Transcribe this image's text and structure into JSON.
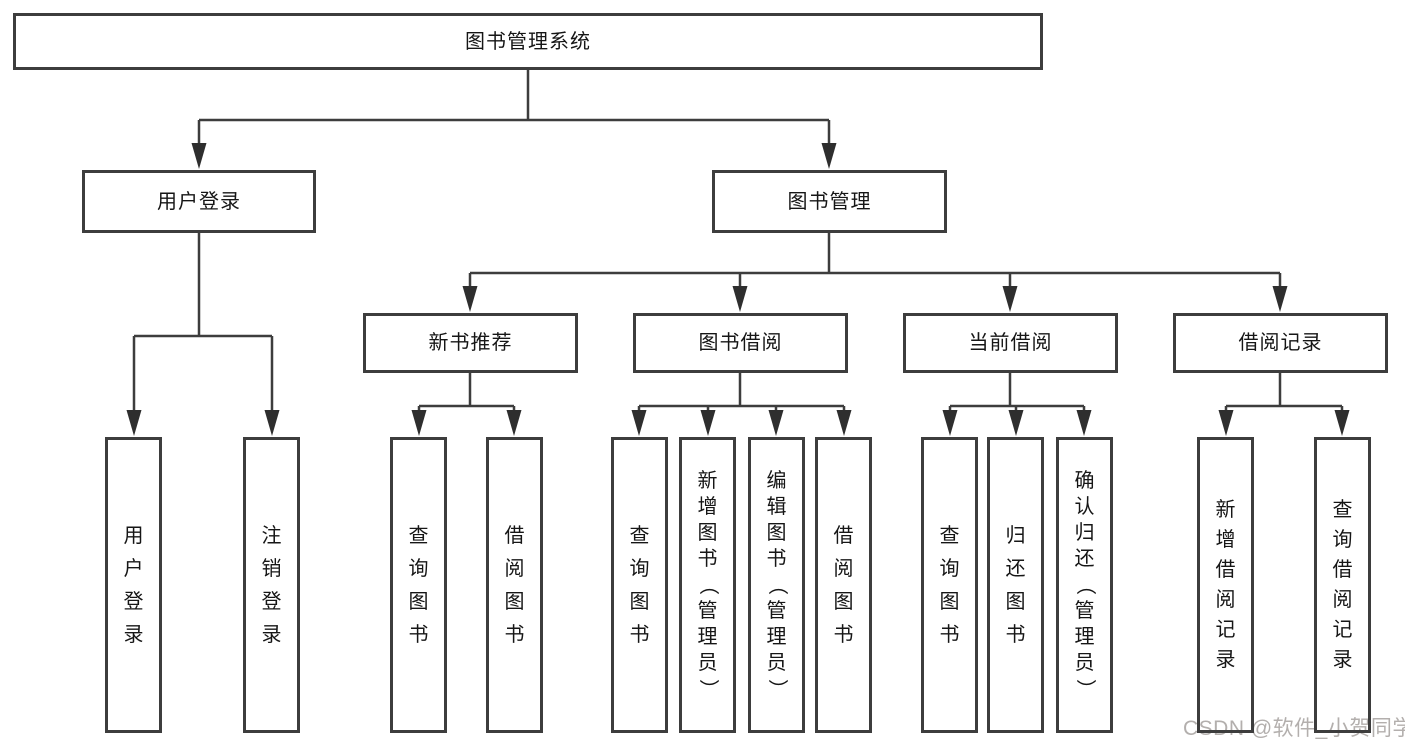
{
  "colors": {
    "line": "#3d3d3d",
    "arrow": "#2e2e2e",
    "text": "#161616",
    "watermark": "#b3afad"
  },
  "watermark": {
    "text": "CSDN @软件_小贺同学"
  },
  "tree": {
    "root": {
      "label": "图书管理系统"
    },
    "branches": [
      {
        "label": "用户登录",
        "children": [
          {
            "label": "用户登录"
          },
          {
            "label": "注销登录"
          }
        ]
      },
      {
        "label": "图书管理",
        "groups": [
          {
            "label": "新书推荐",
            "children": [
              {
                "label": "查询图书"
              },
              {
                "label": "借阅图书"
              }
            ]
          },
          {
            "label": "图书借阅",
            "children": [
              {
                "label": "查询图书"
              },
              {
                "label": "新增图书（管理员）"
              },
              {
                "label": "编辑图书（管理员）"
              },
              {
                "label": "借阅图书"
              }
            ]
          },
          {
            "label": "当前借阅",
            "children": [
              {
                "label": "查询图书"
              },
              {
                "label": "归还图书"
              },
              {
                "label": "确认归还（管理员）"
              }
            ]
          },
          {
            "label": "借阅记录",
            "children": [
              {
                "label": "新增借阅记录"
              },
              {
                "label": "查询借阅记录"
              }
            ]
          }
        ]
      }
    ]
  }
}
